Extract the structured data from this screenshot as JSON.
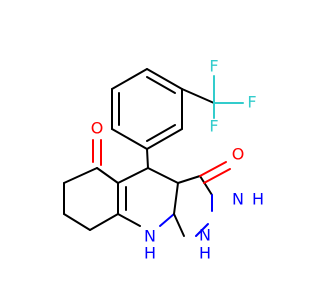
{
  "molecule": {
    "atoms": {
      "O_ketone": {
        "label": "O",
        "color": "#ff0000"
      },
      "O_hydroxy": {
        "label": "O",
        "color": "#ff0000"
      },
      "F1": {
        "label": "F",
        "color": "#33cccc"
      },
      "F2": {
        "label": "F",
        "color": "#33cccc"
      },
      "F3": {
        "label": "F",
        "color": "#33cccc"
      },
      "N_pyrazole_H": {
        "label": "N",
        "h_label": "H",
        "color": "#0000ff"
      },
      "N_pyrazole_NH": {
        "label": "N",
        "h_label": "H",
        "color": "#0000ff"
      },
      "N_pyridine_NH": {
        "label": "N",
        "h_label": "H",
        "color": "#0000ff"
      }
    }
  }
}
